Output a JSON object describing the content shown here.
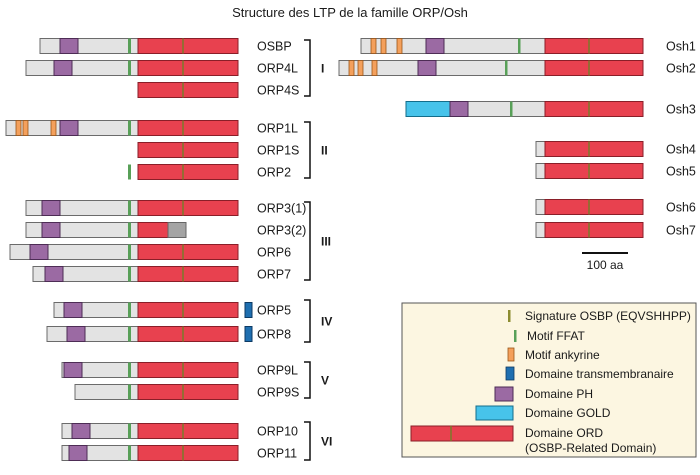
{
  "title": "Structure des LTP de la famille ORP/Osh",
  "colors": {
    "ord": "#e8414f",
    "ord_border": "#8a1e28",
    "body": "#e3e3e3",
    "body_border": "#6b6b6b",
    "ph": "#9b6aa3",
    "ph_border": "#4d2c55",
    "ankyrin": "#f4a05c",
    "ankyrin_border": "#9a5518",
    "ffat": "#58a058",
    "tm": "#1f6fb0",
    "tm_border": "#0d3a63",
    "gold": "#47c3ea",
    "gold_border": "#146d8a",
    "stub": "#a4a4a4",
    "legend_bg": "#fcf6e1",
    "legend_border": "#555555"
  },
  "groups": [
    {
      "label": "I"
    },
    {
      "label": "II"
    },
    {
      "label": "III"
    },
    {
      "label": "IV"
    },
    {
      "label": "V"
    },
    {
      "label": "VI"
    }
  ],
  "proteins_orp": [
    {
      "name": "OSBP",
      "group": 0,
      "body": true,
      "ph": true,
      "ankyrin": 0,
      "ffat": true,
      "tm": false,
      "stub": false
    },
    {
      "name": "ORP4L",
      "group": 0,
      "body": true,
      "ph": true,
      "ankyrin": 0,
      "ffat": true,
      "tm": false,
      "stub": false
    },
    {
      "name": "ORP4S",
      "group": 0,
      "body": false,
      "ph": false,
      "ankyrin": 0,
      "ffat": false,
      "tm": false,
      "stub": false
    },
    {
      "name": "ORP1L",
      "group": 1,
      "body": true,
      "ph": true,
      "ankyrin": 3,
      "ffat": true,
      "tm": false,
      "stub": false
    },
    {
      "name": "ORP1S",
      "group": 1,
      "body": false,
      "ph": false,
      "ankyrin": 0,
      "ffat": false,
      "tm": false,
      "stub": false
    },
    {
      "name": "ORP2",
      "group": 1,
      "body": false,
      "ph": false,
      "ankyrin": 0,
      "ffat": true,
      "tm": false,
      "stub": false
    },
    {
      "name": "ORP3(1)",
      "group": 2,
      "body": true,
      "ph": true,
      "ankyrin": 0,
      "ffat": true,
      "tm": false,
      "stub": false
    },
    {
      "name": "ORP3(2)",
      "group": 2,
      "body": true,
      "ph": true,
      "ankyrin": 0,
      "ffat": true,
      "tm": false,
      "stub": true
    },
    {
      "name": "ORP6",
      "group": 2,
      "body": true,
      "ph": true,
      "ankyrin": 0,
      "ffat": true,
      "tm": false,
      "stub": false
    },
    {
      "name": "ORP7",
      "group": 2,
      "body": true,
      "ph": true,
      "ankyrin": 0,
      "ffat": true,
      "tm": false,
      "stub": false
    },
    {
      "name": "ORP5",
      "group": 3,
      "body": true,
      "ph": true,
      "ankyrin": 0,
      "ffat": true,
      "tm": true,
      "stub": false
    },
    {
      "name": "ORP8",
      "group": 3,
      "body": true,
      "ph": true,
      "ankyrin": 0,
      "ffat": true,
      "tm": true,
      "stub": false
    },
    {
      "name": "ORP9L",
      "group": 4,
      "body": true,
      "ph": true,
      "ankyrin": 0,
      "ffat": true,
      "tm": false,
      "stub": false
    },
    {
      "name": "ORP9S",
      "group": 4,
      "body": true,
      "ph": false,
      "ankyrin": 0,
      "ffat": true,
      "tm": false,
      "stub": false
    },
    {
      "name": "ORP10",
      "group": 5,
      "body": true,
      "ph": true,
      "ankyrin": 0,
      "ffat": true,
      "tm": false,
      "stub": false
    },
    {
      "name": "ORP11",
      "group": 5,
      "body": true,
      "ph": true,
      "ankyrin": 0,
      "ffat": true,
      "tm": false,
      "stub": false
    }
  ],
  "proteins_osh": [
    {
      "name": "Osh1",
      "body": true,
      "ph": true,
      "ankyrin": 3,
      "ffat": true,
      "gold": false
    },
    {
      "name": "Osh2",
      "body": true,
      "ph": true,
      "ankyrin": 3,
      "ffat": true,
      "gold": false
    },
    {
      "name": "Osh3",
      "body": true,
      "ph": true,
      "ankyrin": 0,
      "ffat": true,
      "gold": true
    },
    {
      "name": "Osh4",
      "body": true,
      "ph": false,
      "ankyrin": 0,
      "ffat": false,
      "gold": false
    },
    {
      "name": "Osh5",
      "body": true,
      "ph": false,
      "ankyrin": 0,
      "ffat": false,
      "gold": false
    },
    {
      "name": "Osh6",
      "body": true,
      "ph": false,
      "ankyrin": 0,
      "ffat": false,
      "gold": false
    },
    {
      "name": "Osh7",
      "body": true,
      "ph": false,
      "ankyrin": 0,
      "ffat": false,
      "gold": false
    }
  ],
  "scale_label": "100 aa",
  "legend": [
    {
      "key": "signature",
      "label": "Signature OSBP (EQVSHHPP)"
    },
    {
      "key": "ffat",
      "label": "Motif FFAT"
    },
    {
      "key": "ankyrin",
      "label": "Motif ankyrine"
    },
    {
      "key": "tm",
      "label": "Domaine transmembranaire"
    },
    {
      "key": "ph",
      "label": "Domaine PH"
    },
    {
      "key": "gold",
      "label": "Domaine GOLD"
    },
    {
      "key": "ord",
      "label": "Domaine ORD",
      "sublabel": "(OSBP-Related Domain)"
    }
  ]
}
